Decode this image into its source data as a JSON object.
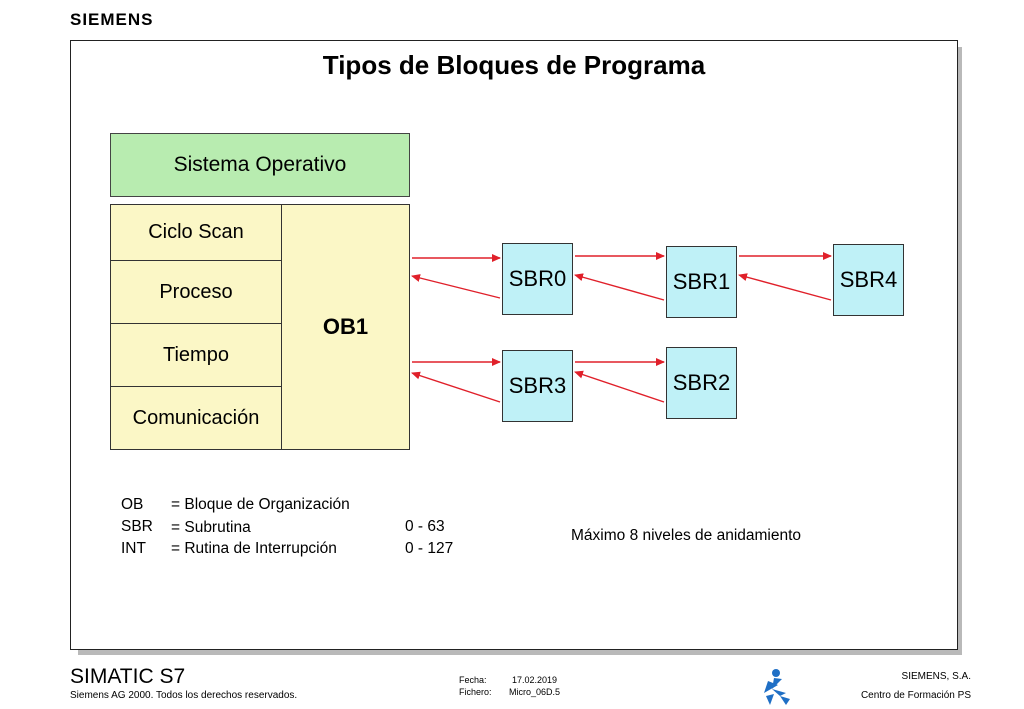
{
  "header": {
    "brand": "SIEMENS"
  },
  "slide": {
    "title": "Tipos de Bloques de Programa",
    "os_box": "Sistema Operativo",
    "cycle_items": [
      "Ciclo Scan",
      "Proceso",
      "Tiempo",
      "Comunicación"
    ],
    "ob1": "OB1",
    "sbr": {
      "sbr0": "SBR0",
      "sbr1": "SBR1",
      "sbr4": "SBR4",
      "sbr3": "SBR3",
      "sbr2": "SBR2"
    },
    "legend": [
      {
        "abbr": "OB",
        "desc": "= Bloque de Organización",
        "range": ""
      },
      {
        "abbr": "SBR",
        "desc": "= Subrutina",
        "range": "0 - 63"
      },
      {
        "abbr": "INT",
        "desc": "= Rutina de Interrupción",
        "range": "0 - 127"
      }
    ],
    "nesting_note": "Máximo 8 niveles de anidamiento",
    "colors": {
      "os": "#b8ecb0",
      "ob": "#fbf7c6",
      "sbr": "#bff1f7",
      "arrow": "#e0202a",
      "corner": "#7cd35a"
    }
  },
  "footer": {
    "product": "SIMATIC S7",
    "copyright": "Siemens AG 2000. Todos los derechos reservados.",
    "fecha_label": "Fecha:",
    "fecha_value": "17.02.2019",
    "fichero_label": "Fichero:",
    "fichero_value": "Micro_06D.5",
    "company": "SIEMENS, S.A.",
    "center": "Centro de Formación PS",
    "icon": "training-center-logo-icon"
  }
}
